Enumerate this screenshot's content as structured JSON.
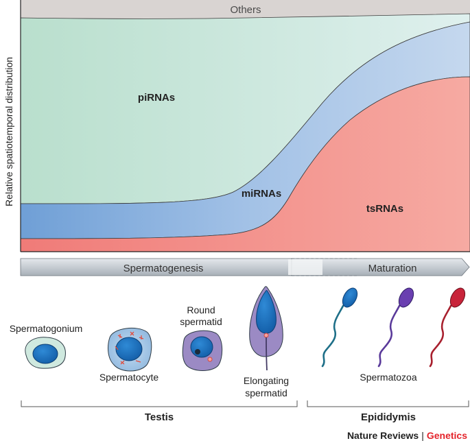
{
  "chart": {
    "ylabel": "Relative spatiotemporal distribution",
    "labels": {
      "others": "Others",
      "pirnas": "piRNAs",
      "mirnas": "miRNAs",
      "tsrnas": "tsRNAs"
    }
  },
  "timeline": {
    "spermatogenesis": "Spermatogenesis",
    "maturation": "Maturation"
  },
  "cells": {
    "spermatogonium": "Spermatogonium",
    "spermatocyte": "Spermatocyte",
    "round_spermatid_line1": "Round",
    "round_spermatid_line2": "spermatid",
    "elongating_spermatid_line1": "Elongating",
    "elongating_spermatid_line2": "spermatid",
    "spermatozoa": "Spermatozoa"
  },
  "organs": {
    "testis": "Testis",
    "epididymis": "Epididymis"
  },
  "credit": {
    "journal": "Nature Reviews",
    "separator": "|",
    "section": "Genetics"
  },
  "colors": {
    "others": "#d9d4d2",
    "pirnas": "#cfe9df",
    "mirnas": "#8db3e0",
    "tsrnas": "#f4978e",
    "cell_blue": "#1f73c4",
    "credit_red": "#e4242b"
  }
}
